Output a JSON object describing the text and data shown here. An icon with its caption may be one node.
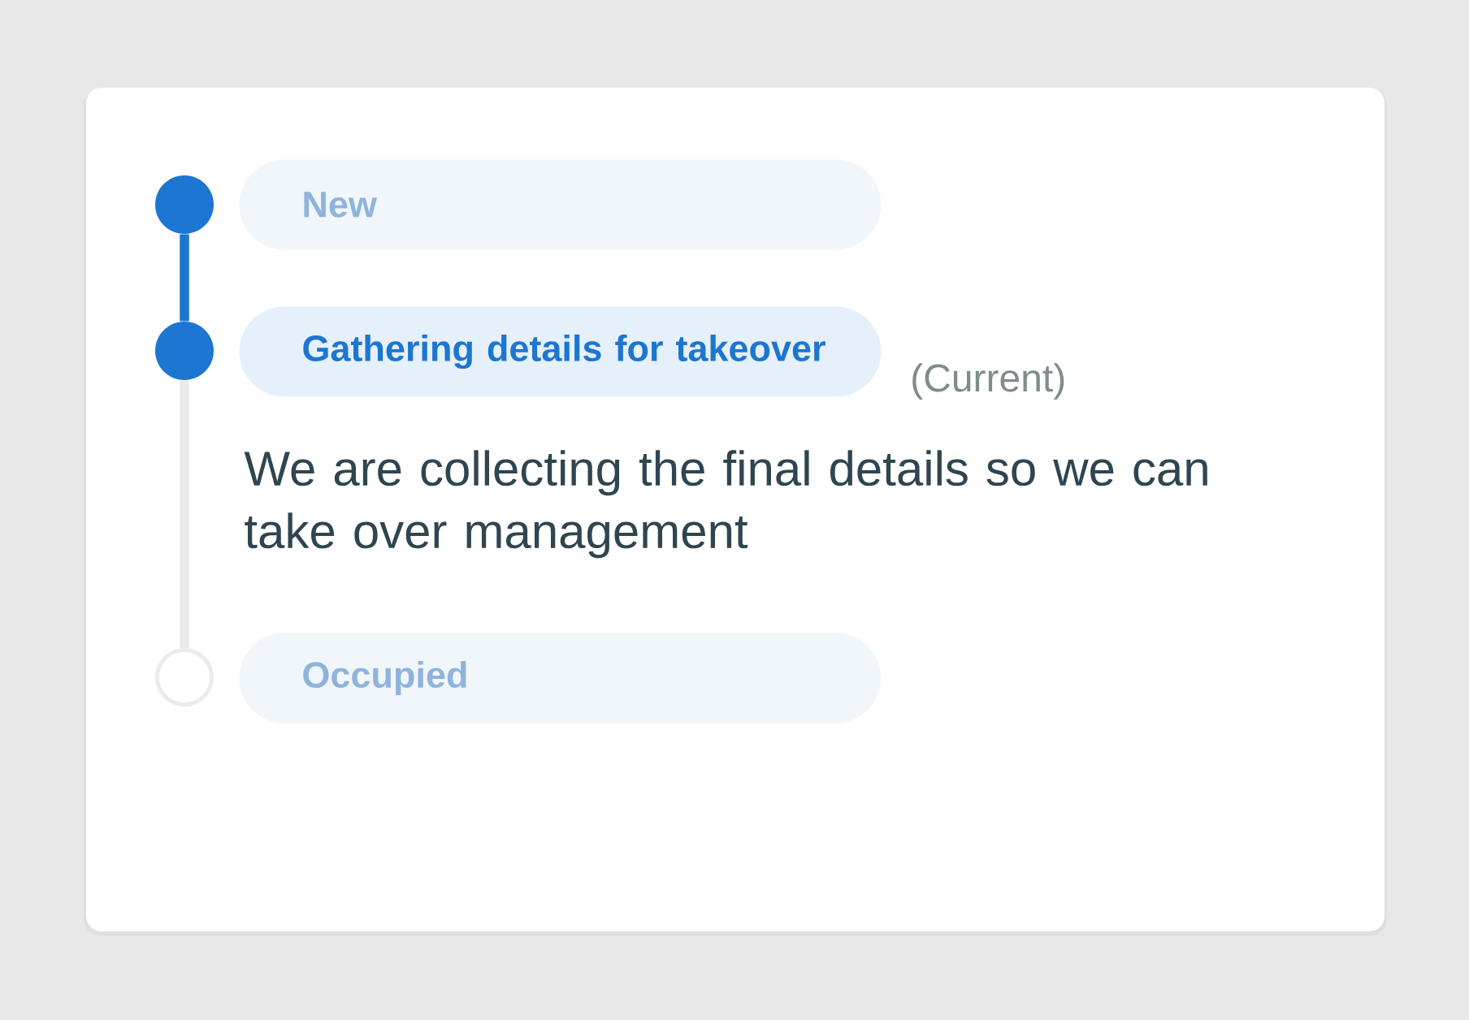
{
  "diagram": {
    "nodes": [
      {
        "text": [],
        "shape": "circle"
      },
      {
        "text": [
          "New"
        ]
      },
      {
        "text": [],
        "shape": "circle"
      },
      {
        "text": [
          "Gathering details for takeover"
        ],
        "beside": [
          "(Current)",
          "We are collecting the final details so we can take over management"
        ]
      },
      {
        "text": [],
        "shape": "circle"
      },
      {
        "text": [
          "Occupied"
        ]
      }
    ],
    "edges": [
      {
        "from": 0,
        "to": 2,
        "arrow": "none",
        "color": "#1c76d2"
      },
      {
        "from": 2,
        "to": 4,
        "arrow": "none",
        "color": "#ebebeb"
      }
    ]
  }
}
